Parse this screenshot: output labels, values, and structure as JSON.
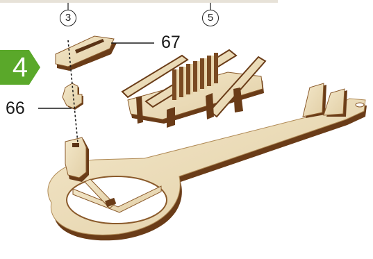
{
  "step": {
    "number": "4",
    "badge_color": "#5aa82a"
  },
  "callouts": [
    {
      "id": "c3",
      "label": "3"
    },
    {
      "id": "c5",
      "label": "5"
    }
  ],
  "parts": [
    {
      "id": "p67",
      "label": "67"
    },
    {
      "id": "p66",
      "label": "66"
    }
  ],
  "colors": {
    "wood_light": "#ecdcb8",
    "wood_edge": "#7a4a22",
    "wood_dark": "#5a3315",
    "line": "#1a1a1a"
  }
}
